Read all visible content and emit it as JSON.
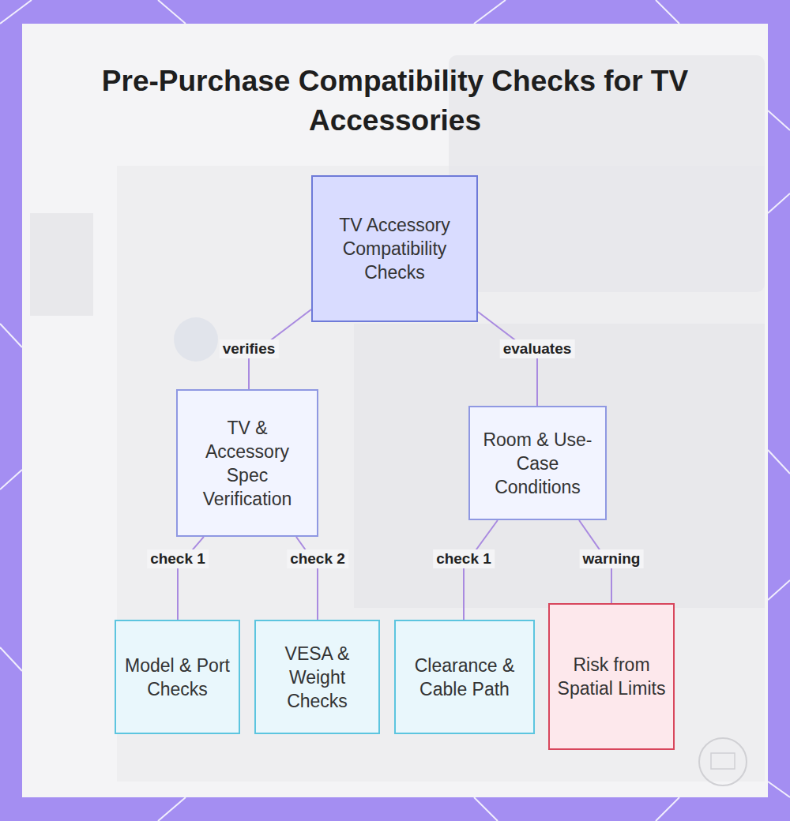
{
  "diagram": {
    "title": "Pre-Purchase Compatibility Checks for TV Accessories",
    "nodes": [
      {
        "text": [
          "TV Accessory Compatibility Checks"
        ]
      },
      {
        "text": [
          "TV & Accessory Spec Verification"
        ]
      },
      {
        "text": [
          "Room & Use-Case Conditions"
        ]
      },
      {
        "text": [
          "Model & Port Checks"
        ]
      },
      {
        "text": [
          "VESA & Weight Checks"
        ]
      },
      {
        "text": [
          "Clearance & Cable Path"
        ]
      },
      {
        "text": [
          "Risk from Spatial Limits"
        ]
      }
    ],
    "edges": [
      {
        "from": 0,
        "to": 1,
        "label": "verifies",
        "arrow": "none"
      },
      {
        "from": 0,
        "to": 2,
        "label": "evaluates",
        "arrow": "none"
      },
      {
        "from": 1,
        "to": 3,
        "label": "check 1",
        "arrow": "none"
      },
      {
        "from": 1,
        "to": 4,
        "label": "check 2",
        "arrow": "none"
      },
      {
        "from": 2,
        "to": 5,
        "label": "check 1",
        "arrow": "none"
      },
      {
        "from": 2,
        "to": 6,
        "label": "warning",
        "arrow": "none"
      }
    ]
  }
}
